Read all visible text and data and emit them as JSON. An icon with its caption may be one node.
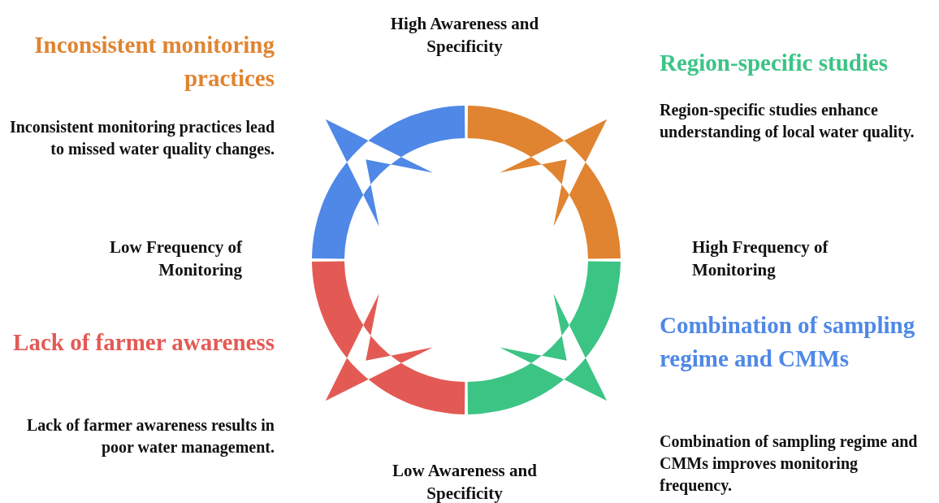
{
  "diagram": {
    "labels": [
      "High Awareness and Specificity",
      "Inconsistent monitoring practices",
      "Inconsistent monitoring practices lead to missed water quality changes.",
      "Region-specific studies",
      "Region-specific studies enhance understanding of local water quality.",
      "Low Frequency of Monitoring",
      "High Frequency of Monitoring",
      "Lack of farmer awareness",
      "Lack of farmer awareness results in poor water management.",
      "Combination of sampling regime and CMMs",
      "Combination of sampling regime and CMMs improves monitoring frequency.",
      "Low Awareness and Specificity"
    ]
  }
}
